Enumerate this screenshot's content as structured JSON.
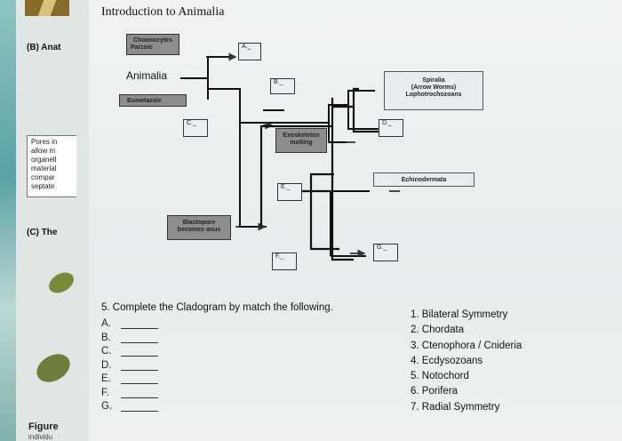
{
  "left_page": {
    "heading_b": "(B) Anat",
    "heading_c": "(C) The",
    "box_lines": [
      "Pores in",
      "allow m",
      "organell",
      "material",
      "compar",
      "septate"
    ],
    "figure_label": "Figure",
    "figure_sub": "individu"
  },
  "worksheet": {
    "title": "Introduction to Animalia",
    "animalia_label": "Animalia",
    "boxes": {
      "choanocytes": [
        "Choanocytes",
        "Parzoic"
      ],
      "eumetazoic": "Eumetazoic",
      "exoskeleton": [
        "Exoskeleton",
        "molting"
      ],
      "blastopore": [
        "Blastopore",
        "becomes anus"
      ],
      "spiralia": [
        "Spiralia",
        "(Arrow Worms)",
        "Lophotrochozoans"
      ],
      "echinodermata": "Echinodermata"
    },
    "blanks": {
      "A": "A._",
      "B": "B._",
      "C": "C._",
      "D": "D._",
      "E": "E._",
      "F": "F._",
      "G": "G._"
    },
    "question": "5. Complete the Cladogram by match the following.",
    "answer_letters": [
      "A.",
      "B.",
      "C.",
      "D.",
      "E.",
      "F.",
      "G."
    ],
    "choices": [
      "1. Bilateral Symmetry",
      "2. Chordata",
      "3. Ctenophora / Cnideria",
      "4. Ecdysozoans",
      "5. Notochord",
      "6. Porifera",
      "7. Radial Symmetry"
    ]
  }
}
